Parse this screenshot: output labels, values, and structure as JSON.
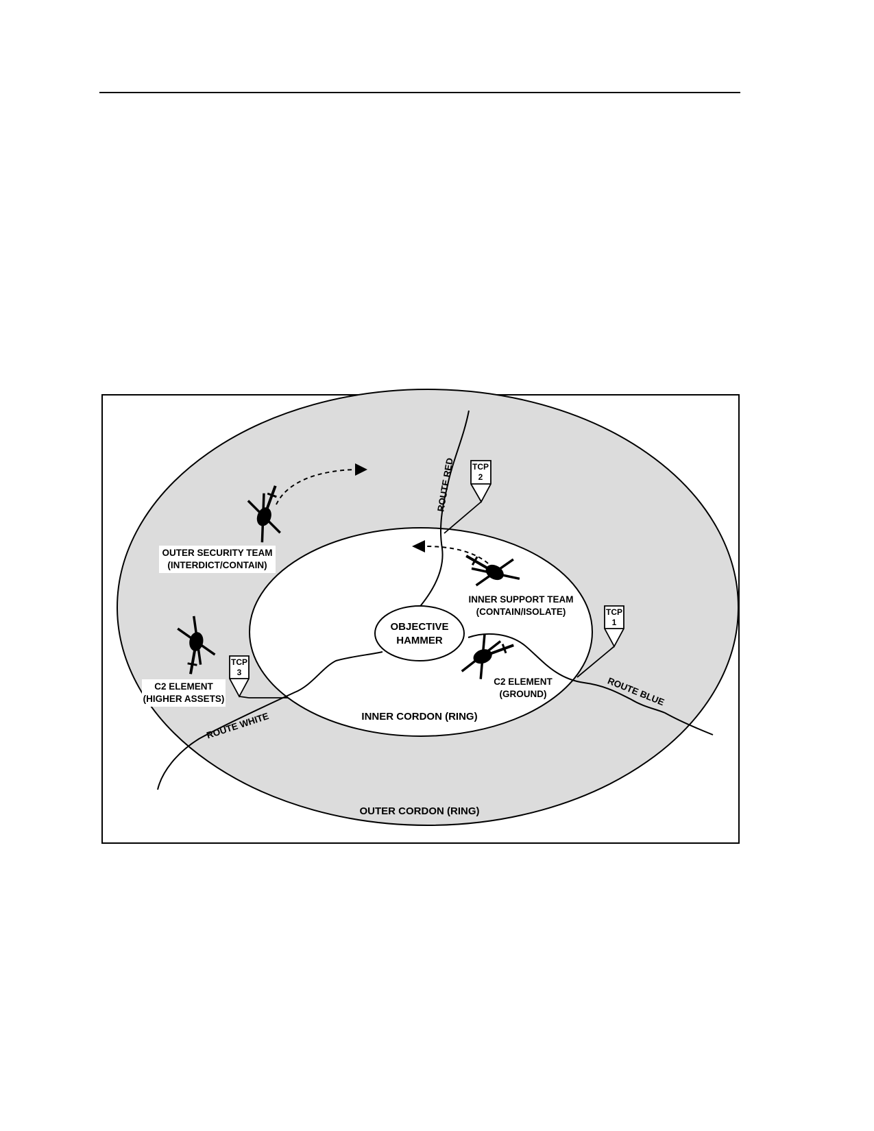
{
  "colors": {
    "outer_ring_fill": "#dcdcdc",
    "inner_ring_fill": "#ffffff",
    "ink": "#000000"
  },
  "labels": {
    "objective": [
      "OBJECTIVE",
      "HAMMER"
    ],
    "outer_security_team": [
      "OUTER SECURITY TEAM",
      "(INTERDICT/CONTAIN)"
    ],
    "inner_support_team": [
      "INNER SUPPORT TEAM",
      "(CONTAIN/ISOLATE)"
    ],
    "c2_higher": [
      "C2 ELEMENT",
      "(HIGHER ASSETS)"
    ],
    "c2_ground": [
      "C2 ELEMENT",
      "(GROUND)"
    ],
    "inner_cordon": "INNER CORDON (RING)",
    "outer_cordon": "OUTER CORDON (RING)"
  },
  "routes": {
    "red": "ROUTE RED",
    "blue": "ROUTE BLUE",
    "white": "ROUTE WHITE"
  },
  "tcps": [
    {
      "label": "TCP",
      "num": "1"
    },
    {
      "label": "TCP",
      "num": "2"
    },
    {
      "label": "TCP",
      "num": "3"
    }
  ],
  "icons": [
    "helicopter-icon",
    "movement-arrow-icon",
    "tcp-marker-icon"
  ]
}
